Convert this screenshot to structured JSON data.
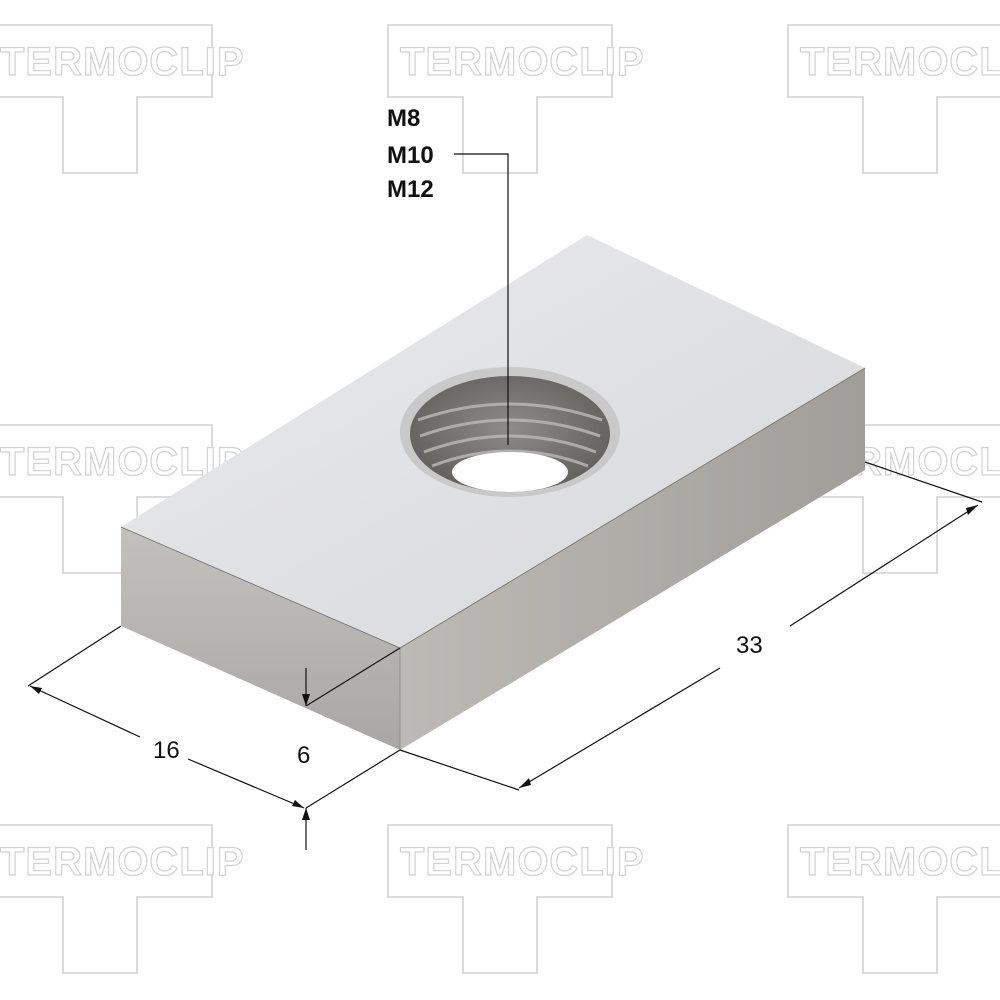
{
  "watermark": {
    "text": "TERMOCLIP"
  },
  "thread_sizes": [
    "M8",
    "M10",
    "M12"
  ],
  "dimensions": {
    "length": "33",
    "width": "16",
    "height": "6"
  },
  "colors": {
    "top_face": "#dfe0e2",
    "front_face": "#b4b2af",
    "side_face": "#a9a6a2",
    "watermark": "#d2d2d2",
    "dimension_line": "#111111"
  }
}
